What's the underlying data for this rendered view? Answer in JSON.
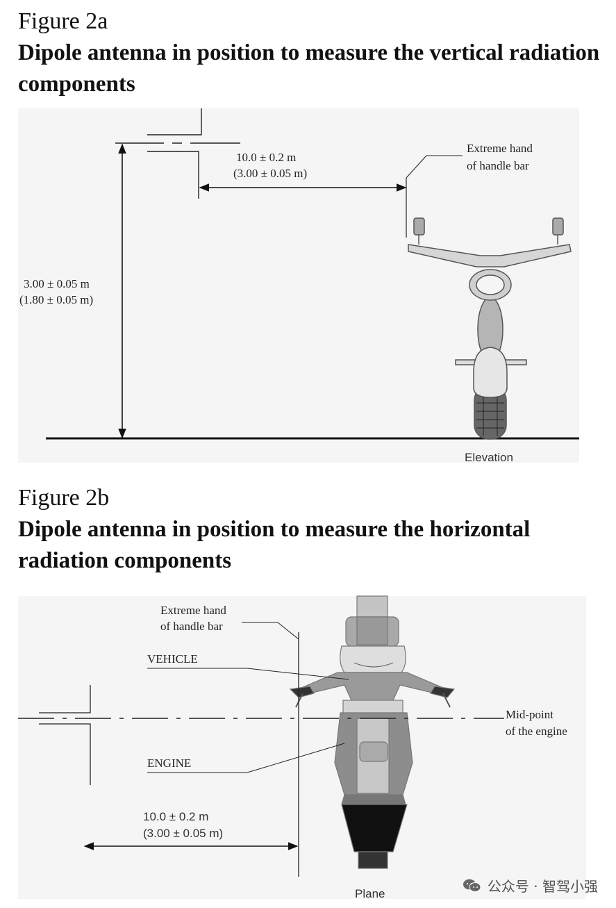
{
  "figure_a": {
    "label": "Figure 2a",
    "title": "Dipole antenna in position to measure the vertical radiation components",
    "distance_line1": "10.0 ± 0.2 m",
    "distance_line2": "(3.00 ± 0.05 m)",
    "height_line1": "3.00 ± 0.05 m",
    "height_line2": "(1.80 ± 0.05 m)",
    "handlebar_line1": "Extreme hand",
    "handlebar_line2": "of handle bar",
    "caption": "Elevation"
  },
  "figure_b": {
    "label": "Figure 2b",
    "title": "Dipole antenna in position to measure the horizontal radiation components",
    "handlebar_line1": "Extreme hand",
    "handlebar_line2": "of handle bar",
    "vehicle_label": "VEHICLE",
    "engine_label": "ENGINE",
    "midpoint_line1": "Mid-point",
    "midpoint_line2": "of the engine",
    "distance_line1": "10.0 ± 0.2 m",
    "distance_line2": "(3.00 ± 0.05 m)",
    "caption": "Plane"
  },
  "watermark": {
    "text": "公众号 · 智驾小强",
    "icon": "wechat-icon"
  }
}
